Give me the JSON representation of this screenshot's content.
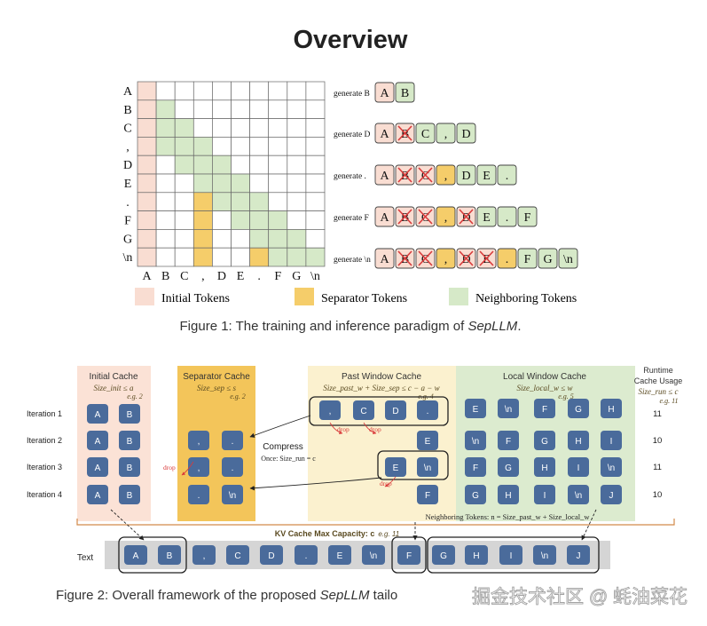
{
  "header": {
    "title": "Overview"
  },
  "figure1": {
    "row_labels": [
      "A",
      "B",
      "C",
      ",",
      "D",
      "E",
      ".",
      "F",
      "G",
      "\\n"
    ],
    "col_labels": [
      "A",
      "B",
      "C",
      ",",
      "D",
      "E",
      ".",
      "F",
      "G",
      "\\n"
    ],
    "steps": [
      {
        "label": "generate B",
        "tokens": [
          {
            "t": "A",
            "k": "init",
            "x": false
          },
          {
            "t": "B",
            "k": "neigh",
            "x": false
          }
        ]
      },
      {
        "label": "generate D",
        "tokens": [
          {
            "t": "A",
            "k": "init",
            "x": false
          },
          {
            "t": "B",
            "k": "init",
            "x": true
          },
          {
            "t": "C",
            "k": "neigh",
            "x": false
          },
          {
            "t": ",",
            "k": "neigh",
            "x": false
          },
          {
            "t": "D",
            "k": "neigh",
            "x": false
          }
        ]
      },
      {
        "label": "generate .",
        "tokens": [
          {
            "t": "A",
            "k": "init",
            "x": false
          },
          {
            "t": "B",
            "k": "init",
            "x": true
          },
          {
            "t": "C",
            "k": "init",
            "x": true
          },
          {
            "t": ",",
            "k": "sep",
            "x": false
          },
          {
            "t": "D",
            "k": "neigh",
            "x": false
          },
          {
            "t": "E",
            "k": "neigh",
            "x": false
          },
          {
            "t": ".",
            "k": "neigh",
            "x": false
          }
        ]
      },
      {
        "label": "generate F",
        "tokens": [
          {
            "t": "A",
            "k": "init",
            "x": false
          },
          {
            "t": "B",
            "k": "init",
            "x": true
          },
          {
            "t": "C",
            "k": "init",
            "x": true
          },
          {
            "t": ",",
            "k": "sep",
            "x": false
          },
          {
            "t": "D",
            "k": "init",
            "x": true
          },
          {
            "t": "E",
            "k": "neigh",
            "x": false
          },
          {
            "t": ".",
            "k": "neigh",
            "x": false
          },
          {
            "t": "F",
            "k": "neigh",
            "x": false
          }
        ]
      },
      {
        "label": "generate \\n",
        "tokens": [
          {
            "t": "A",
            "k": "init",
            "x": false
          },
          {
            "t": "B",
            "k": "init",
            "x": true
          },
          {
            "t": "C",
            "k": "init",
            "x": true
          },
          {
            "t": ",",
            "k": "sep",
            "x": false
          },
          {
            "t": "D",
            "k": "init",
            "x": true
          },
          {
            "t": "E",
            "k": "init",
            "x": true
          },
          {
            "t": ".",
            "k": "sep",
            "x": false
          },
          {
            "t": "F",
            "k": "neigh",
            "x": false
          },
          {
            "t": "G",
            "k": "neigh",
            "x": false
          },
          {
            "t": "\\n",
            "k": "neigh",
            "x": false
          }
        ]
      }
    ],
    "legend": [
      "Initial Tokens",
      "Separator Tokens",
      "Neighboring Tokens"
    ],
    "caption_pre": "Figure 1: The training and inference paradigm of ",
    "caption_em": "SepLLM",
    "caption_post": "."
  },
  "figure2": {
    "sections": {
      "initial": {
        "title": "Initial Cache",
        "formula": "Size_init ≤ a",
        "eg": "e.g. 2"
      },
      "separator": {
        "title": "Separator Cache",
        "formula": "Size_sep ≤ s",
        "eg": "e.g. 2"
      },
      "past": {
        "title": "Past Window Cache",
        "formula": "Size_past_w + Size_sep ≤ c − a − w",
        "eg": "e.g. 4"
      },
      "local": {
        "title": "Local Window Cache",
        "formula": "Size_local_w ≤ w",
        "eg": "e.g. 5"
      },
      "runtime": {
        "title1": "Runtime",
        "title2": "Cache Usage",
        "formula": "Size_run ≤ c",
        "eg": "e.g. 11"
      }
    },
    "iterations": [
      {
        "label": "Iteration 1",
        "initial": [
          "A",
          "B"
        ],
        "sep": [],
        "past": [
          ",",
          "C",
          "D",
          "."
        ],
        "local": [
          "E",
          "\\n",
          "F",
          "G",
          "H"
        ],
        "usage": "11"
      },
      {
        "label": "Iteration 2",
        "initial": [
          "A",
          "B"
        ],
        "sep": [
          ",",
          "."
        ],
        "past": [
          "E"
        ],
        "local": [
          "\\n",
          "F",
          "G",
          "H",
          "I"
        ],
        "usage": "10"
      },
      {
        "label": "Iteration 3",
        "initial": [
          "A",
          "B"
        ],
        "sep": [
          ",",
          "."
        ],
        "past": [
          "E",
          "\\n"
        ],
        "local": [
          "F",
          "G",
          "H",
          "I",
          "\\n"
        ],
        "usage": "11"
      },
      {
        "label": "Iteration 4",
        "initial": [
          "A",
          "B"
        ],
        "sep": [
          ".",
          "\\n"
        ],
        "past": [
          "F"
        ],
        "local": [
          "G",
          "H",
          "I",
          "\\n",
          "J"
        ],
        "usage": "10"
      }
    ],
    "compress_label": "Compress",
    "once_label": "Once: Size_run = c",
    "drop_label": "drop",
    "neighboring_label": "Neighboring Tokens: n = Size_past_w + Size_local_w",
    "kv_label": "KV Cache Max Capacity: c",
    "kv_eg": "e.g. 11",
    "text_label": "Text",
    "text_tokens": [
      "A",
      "B",
      ",",
      "C",
      "D",
      ".",
      "E",
      "\\n",
      "F",
      "G",
      "H",
      "I",
      "\\n",
      "J"
    ],
    "caption_pre": "Figure 2: Overall framework of the proposed ",
    "caption_em": "SepLLM",
    "caption_post": " tailo"
  },
  "watermark": "掘金技术社区 @ 蚝油菜花",
  "colors": {
    "initial": "#f9ddd2",
    "separator": "#f5cd6a",
    "neighboring": "#d6e9c8",
    "token_blue": "#4a6b9b",
    "initial_bg": "#fbe2d6",
    "separator_bg": "#f3c55a",
    "past_bg": "#fbf1cf",
    "local_bg": "#dcebcf",
    "drop": "#d93a3a"
  }
}
